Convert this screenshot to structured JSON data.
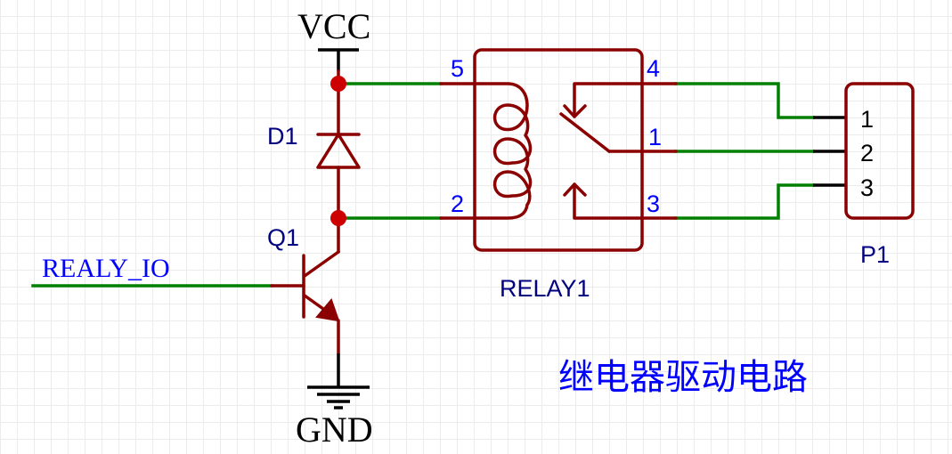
{
  "schematic": {
    "title": "继电器驱动电路",
    "power": {
      "vcc_label": "VCC",
      "gnd_label": "GND"
    },
    "net_labels": {
      "input": "REALY_IO"
    },
    "components": {
      "diode": {
        "ref": "D1"
      },
      "transistor": {
        "ref": "Q1"
      },
      "relay": {
        "ref": "RELAY1",
        "pins": {
          "coil_top": "5",
          "coil_bottom": "2",
          "nc": "4",
          "com": "1",
          "no": "3"
        }
      },
      "connector": {
        "ref": "P1",
        "pins": [
          "1",
          "2",
          "3"
        ]
      }
    },
    "colors": {
      "wire": "#008000",
      "symbol": "#8b0000",
      "junction": "#cc0000",
      "ref_text": "#000080",
      "pin_text": "#0000ff"
    }
  }
}
